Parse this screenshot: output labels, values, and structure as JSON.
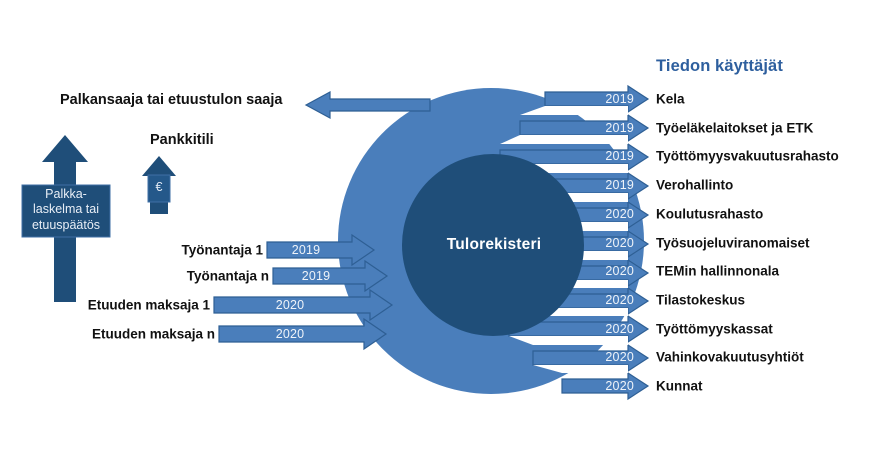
{
  "diagram": {
    "center": {
      "label": "Tulorekisteri"
    },
    "left": {
      "recipient_heading": "Palkansaaja tai etuustulon saaja",
      "bank_heading": "Pankkitili",
      "payslip_box": "Palkka-\nlaskelma tai\netuuspäätös",
      "euro_symbol": "€",
      "sources": [
        {
          "label": "Työnantaja 1",
          "year": "2019"
        },
        {
          "label": "Työnantaja n",
          "year": "2019"
        },
        {
          "label": "Etuuden maksaja 1",
          "year": "2020"
        },
        {
          "label": "Etuuden maksaja n",
          "year": "2020"
        }
      ]
    },
    "right": {
      "title": "Tiedon käyttäjät",
      "consumers": [
        {
          "label": "Kela",
          "year": "2019"
        },
        {
          "label": "Työeläkelaitokset ja ETK",
          "year": "2019"
        },
        {
          "label": "Työttömyysvakuutusrahasto",
          "year": "2019"
        },
        {
          "label": "Verohallinto",
          "year": "2019"
        },
        {
          "label": "Koulutusrahasto",
          "year": "2020"
        },
        {
          "label": "Työsuojeluviranomaiset",
          "year": "2020"
        },
        {
          "label": "TEMin hallinnonala",
          "year": "2020"
        },
        {
          "label": "Tilastokeskus",
          "year": "2020"
        },
        {
          "label": "Työttömyyskassat",
          "year": "2020"
        },
        {
          "label": "Vahinkovakuutusyhtiöt",
          "year": "2020"
        },
        {
          "label": "Kunnat",
          "year": "2020"
        }
      ]
    },
    "colors": {
      "mid_blue": "#4a7ebb",
      "dark_blue": "#1f4e79",
      "arrow_stroke": "#2e5f94",
      "title_blue": "#2e5f9e",
      "text_black": "#111111",
      "white": "#ffffff"
    }
  }
}
